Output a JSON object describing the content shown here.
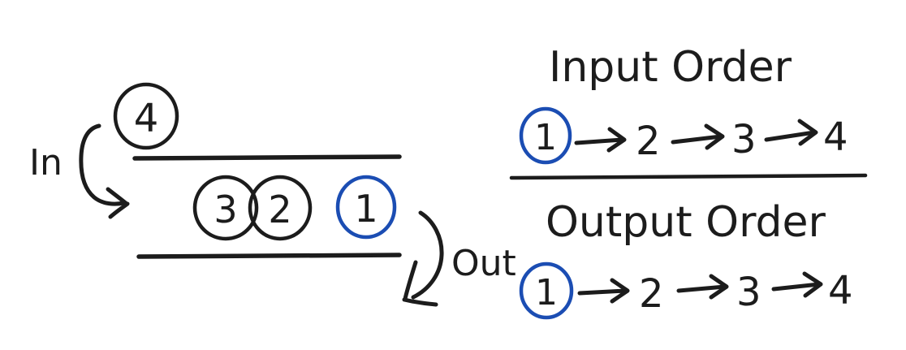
{
  "diagram": {
    "title_semantic": "queue-fifo-illustration",
    "background_color": "#ffffff",
    "ink_color": "#1c1c1c",
    "highlight_color": "#1b4db3",
    "labels": {
      "in": "In",
      "out": "Out",
      "input_order": "Input Order",
      "output_order": "Output Order"
    },
    "queue": {
      "incoming_item": "4",
      "items": [
        "3",
        "2",
        "1"
      ],
      "highlighted_item": "1",
      "front_item": "1",
      "back_item": "3"
    },
    "input_sequence": {
      "heading": "Input Order",
      "items": [
        "1",
        "2",
        "3",
        "4"
      ],
      "highlighted": "1",
      "arrow_glyph": "→"
    },
    "output_sequence": {
      "heading": "Output Order",
      "items": [
        "1",
        "2",
        "3",
        "4"
      ],
      "highlighted": "1",
      "arrow_glyph": "→"
    }
  }
}
